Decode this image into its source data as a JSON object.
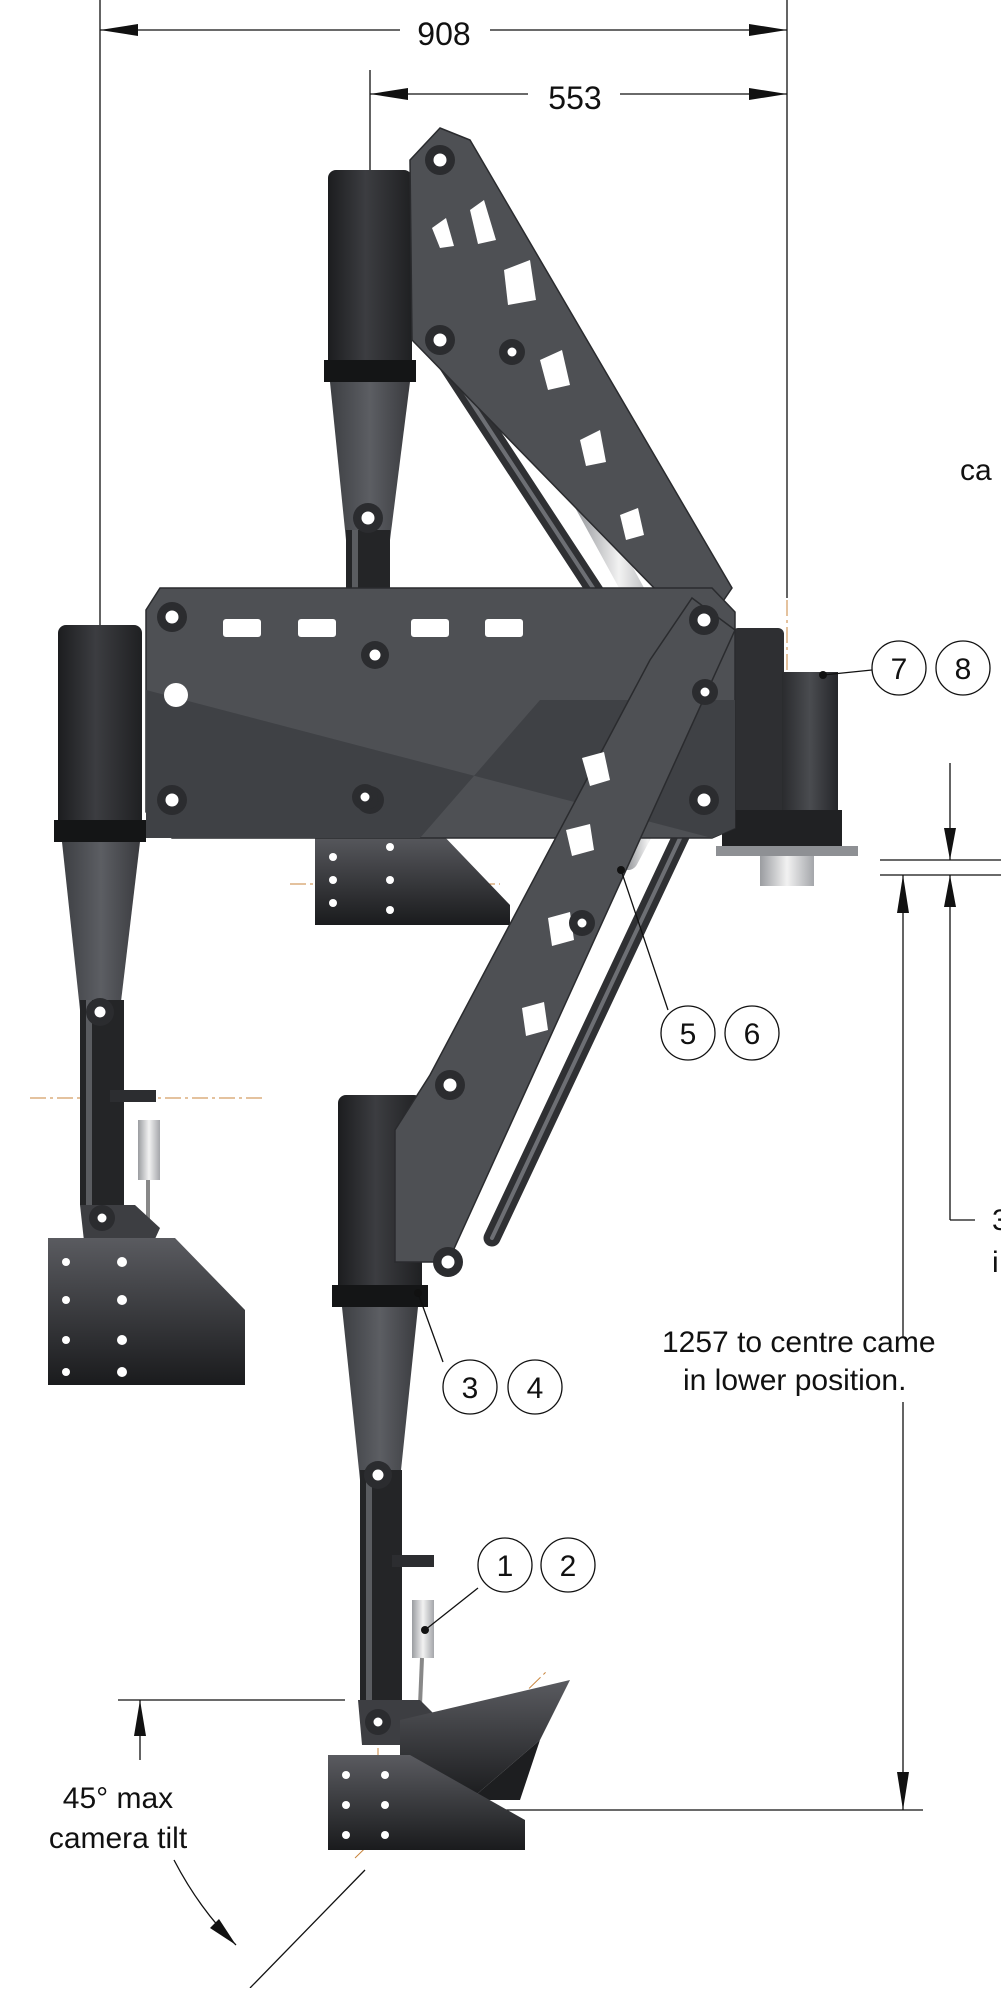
{
  "dimensions": {
    "overall_width": "908",
    "upper_width": "553",
    "height_label_line1": "1257 to centre came",
    "height_label_line2": "in lower position.",
    "tilt_label_line1": "45° max",
    "tilt_label_line2": "camera tilt",
    "right_edge_partial": "ca",
    "right_edge_partial_2": "3",
    "right_edge_partial_3": "i"
  },
  "balloons": [
    {
      "id": "b1",
      "label": "1"
    },
    {
      "id": "b2",
      "label": "2"
    },
    {
      "id": "b3",
      "label": "3"
    },
    {
      "id": "b4",
      "label": "4"
    },
    {
      "id": "b5",
      "label": "5"
    },
    {
      "id": "b6",
      "label": "6"
    },
    {
      "id": "b7",
      "label": "7"
    },
    {
      "id": "b8",
      "label": "8"
    }
  ],
  "colors": {
    "metal_dark": "#4e5054",
    "metal_shadow": "#2a2b2e",
    "centerline": "#c8843c",
    "ink": "#111111"
  }
}
